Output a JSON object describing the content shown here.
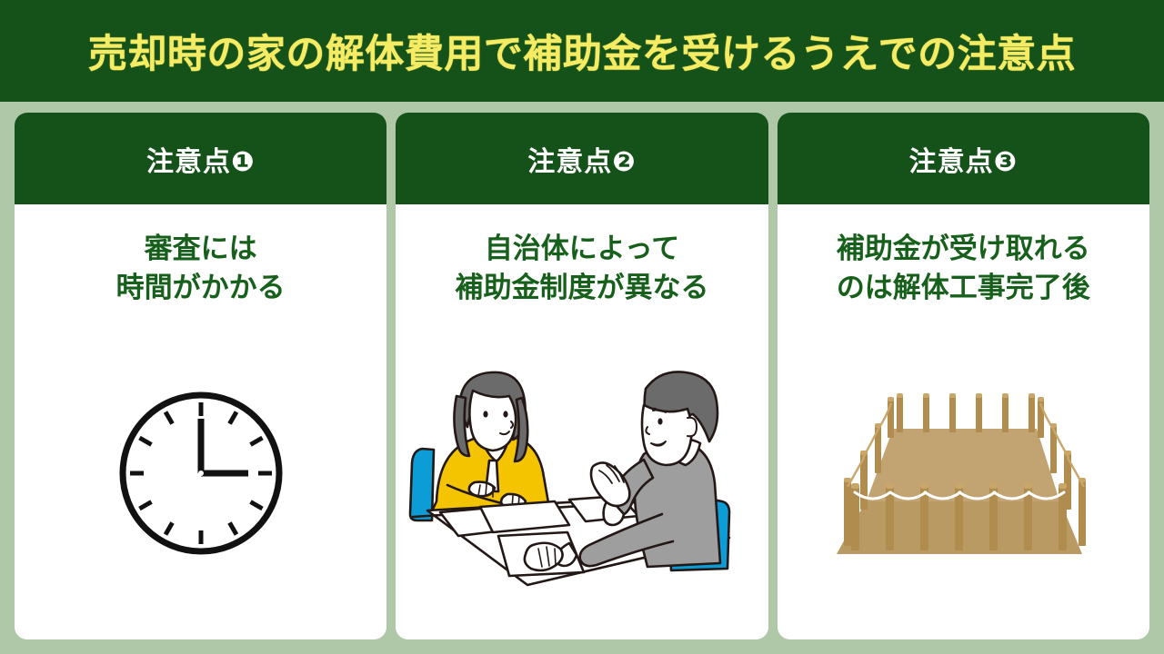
{
  "header": {
    "title": "売却時の家の解体費用で補助金を受けるうえでの注意点",
    "background_color": "#15521a",
    "text_color": "#f6ec63"
  },
  "page": {
    "background_color": "#aec8a8",
    "card_background_color": "#ffffff",
    "body_text_color": "#17601b"
  },
  "cards": [
    {
      "header_label": "注意点❶",
      "body_text": "審査には\n時間がかかる",
      "illustration": "clock-icon",
      "illustration_detail": {
        "time": "3:00",
        "tick_count": 12,
        "stroke_color": "#111111",
        "face_color": "#ffffff"
      }
    },
    {
      "header_label": "注意点❷",
      "body_text": "自治体によって\n補助金制度が異なる",
      "illustration": "consultation-meeting-illustration",
      "illustration_detail": {
        "woman_jacket_color": "#f5c400",
        "man_suit_color": "#9e9e9e",
        "chair_color": "#0d9dd6",
        "hair_color": "#6b6b6b",
        "paper_color": "#ffffff",
        "outline_color": "#231815"
      }
    },
    {
      "header_label": "注意点❸",
      "body_text": "補助金が受け取れる\nのは解体工事完了後",
      "illustration": "vacant-lot-with-rope-fence-illustration",
      "illustration_detail": {
        "ground_color": "#ba9a63",
        "ground_back_color": "#c2a473",
        "post_color": "#b08c4f",
        "post_light_color": "#c9a669",
        "rope_color": "#ffffff"
      }
    }
  ]
}
